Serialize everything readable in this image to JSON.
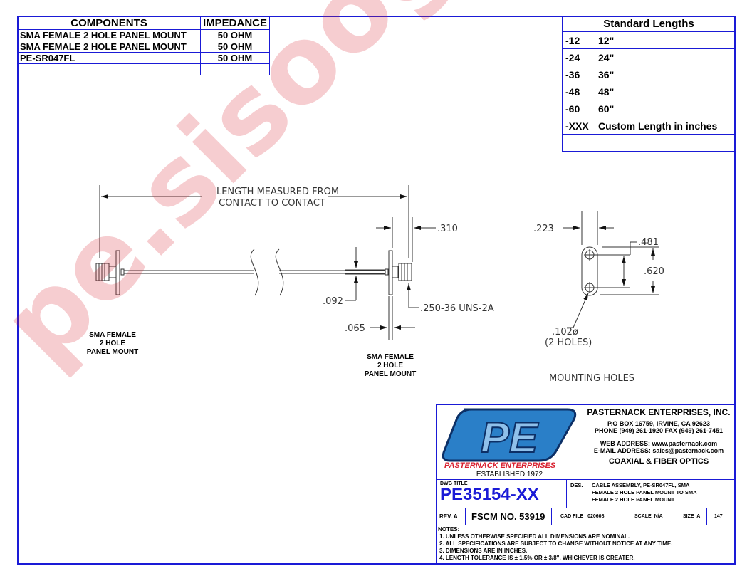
{
  "components_table": {
    "headers": [
      "COMPONENTS",
      "IMPEDANCE"
    ],
    "rows": [
      [
        "SMA FEMALE 2 HOLE PANEL MOUNT",
        "50 OHM"
      ],
      [
        "SMA FEMALE 2 HOLE PANEL MOUNT",
        "50 OHM"
      ],
      [
        "PE-SR047FL",
        "50 OHM"
      ],
      [
        "",
        ""
      ]
    ]
  },
  "standard_lengths": {
    "title": "Standard Lengths",
    "rows": [
      [
        "-12",
        "12\""
      ],
      [
        "-24",
        "24\""
      ],
      [
        "-36",
        "36\""
      ],
      [
        "-48",
        "48\""
      ],
      [
        "-60",
        "60\""
      ],
      [
        "-XXX",
        "Custom Length in inches"
      ],
      [
        "",
        ""
      ]
    ]
  },
  "drawing": {
    "length_line1": "LENGTH MEASURED FROM",
    "length_line2": "CONTACT TO CONTACT",
    "dim_310": ".310",
    "dim_092": ".092",
    "dim_065": ".065",
    "thread": ".250-36 UNS-2A",
    "dim_223": ".223",
    "dim_481": ".481",
    "dim_620": ".620",
    "hole_dia": ".102ø",
    "hole_count": "(2 HOLES)",
    "mounting_label": "MOUNTING HOLES",
    "left_conn": [
      "SMA FEMALE",
      "2 HOLE",
      "PANEL MOUNT"
    ],
    "right_conn": [
      "SMA FEMALE",
      "2 HOLE",
      "PANEL MOUNT"
    ]
  },
  "title_block": {
    "logo_text": "PE",
    "logo_brand": "PASTERNACK ENTERPRISES",
    "established": "ESTABLISHED 1972",
    "company": "PASTERNACK ENTERPRISES, INC.",
    "address": "P.O BOX 16759, IRVINE, CA 92623",
    "phone": "PHONE (949) 261-1920 FAX (949) 261-7451",
    "web": "WEB ADDRESS: www.pasternack.com",
    "email": "E-MAIL ADDRESS: sales@pasternack.com",
    "tagline": "COAXIAL & FIBER OPTICS",
    "dwg_title_label": "DWG TITLE",
    "dwg_title": "PE35154-XX",
    "des_label": "DES.",
    "description": [
      "CABLE ASSEMBLY, PE-SR047FL, SMA",
      "FEMALE 2 HOLE PANEL MOUNT TO SMA",
      "FEMALE 2 HOLE PANEL MOUNT"
    ],
    "rev": "REV. A",
    "fscm": "FSCM NO.  53919",
    "cad_file": "CAD FILE   020608",
    "scale": "SCALE  N/A",
    "size": "SIZE  A",
    "sheet": "147",
    "notes_label": "NOTES:",
    "notes": [
      "1.  UNLESS OTHERWISE SPECIFIED ALL DIMENSIONS ARE NOMINAL.",
      "2.  ALL SPECIFICATIONS ARE SUBJECT TO CHANGE WITHOUT NOTICE AT ANY TIME.",
      "3.  DIMENSIONS ARE IN INCHES.",
      "4.  LENGTH TOLERANCE IS ± 1.5% OR ± 3/8\", WHICHEVER IS GREATER."
    ]
  },
  "watermark": "pe.sisoog.com",
  "colors": {
    "border": "#1a1ad6",
    "title": "#1a1ad6",
    "brand_red": "#d8202f",
    "logo_blue": "#2a7fc8"
  }
}
